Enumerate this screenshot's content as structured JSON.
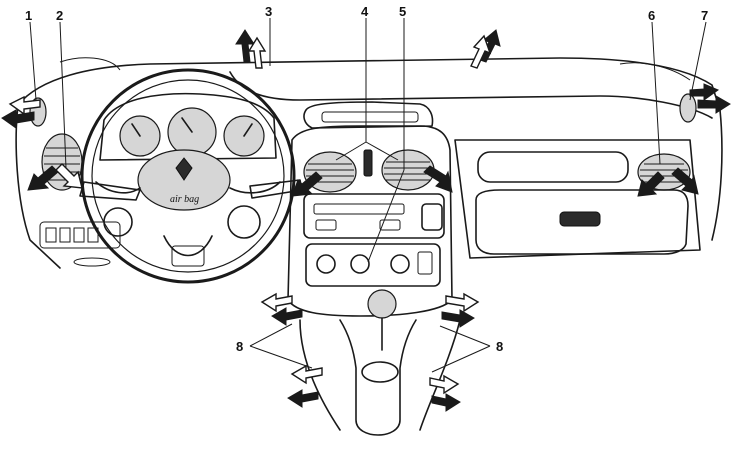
{
  "callouts": [
    {
      "id": "1",
      "label": "1"
    },
    {
      "id": "2",
      "label": "2"
    },
    {
      "id": "3",
      "label": "3"
    },
    {
      "id": "4",
      "label": "4"
    },
    {
      "id": "5",
      "label": "5"
    },
    {
      "id": "6",
      "label": "6"
    },
    {
      "id": "7",
      "label": "7"
    },
    {
      "id": "8",
      "label": "8"
    },
    {
      "id": "8b",
      "label": "8"
    }
  ],
  "steering_wheel_text": "air bag",
  "colors": {
    "ink": "#1a1a1a",
    "paper": "#ffffff",
    "shade": "#d6d6d6"
  }
}
